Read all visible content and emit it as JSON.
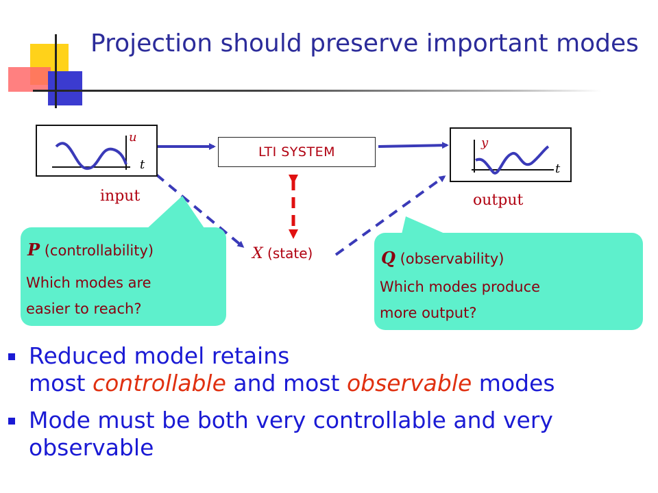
{
  "title": "Projection should preserve important modes",
  "diagram": {
    "input_box": {
      "u_label": "u",
      "t_label": "t"
    },
    "output_box": {
      "y_label": "y",
      "t_label": "t"
    },
    "lti_label": "LTI SYSTEM",
    "input_label": "input",
    "output_label": "output",
    "state_symbol": "X",
    "state_text": "(state)",
    "p_callout": {
      "symbol": "P",
      "heading": "(controllability)",
      "line1": "Which modes are",
      "line2": "easier to reach?"
    },
    "q_callout": {
      "symbol": "Q",
      "heading": "(observability)",
      "line1": "Which modes produce",
      "line2": "more output?"
    },
    "colors": {
      "arrow_blue": "#3a3ab8",
      "arrow_red": "#e01010",
      "bubble": "#5ef0cc",
      "title": "#2b2b9a",
      "bullet": "#1a1ad4"
    }
  },
  "bullets": [
    {
      "line1": "Reduced model retains",
      "prefix": "most ",
      "emph1": "controllable",
      "middle": " and most ",
      "emph2": "observable",
      "suffix": " modes"
    },
    {
      "text": "Mode must be both very controllable and very observable"
    }
  ]
}
